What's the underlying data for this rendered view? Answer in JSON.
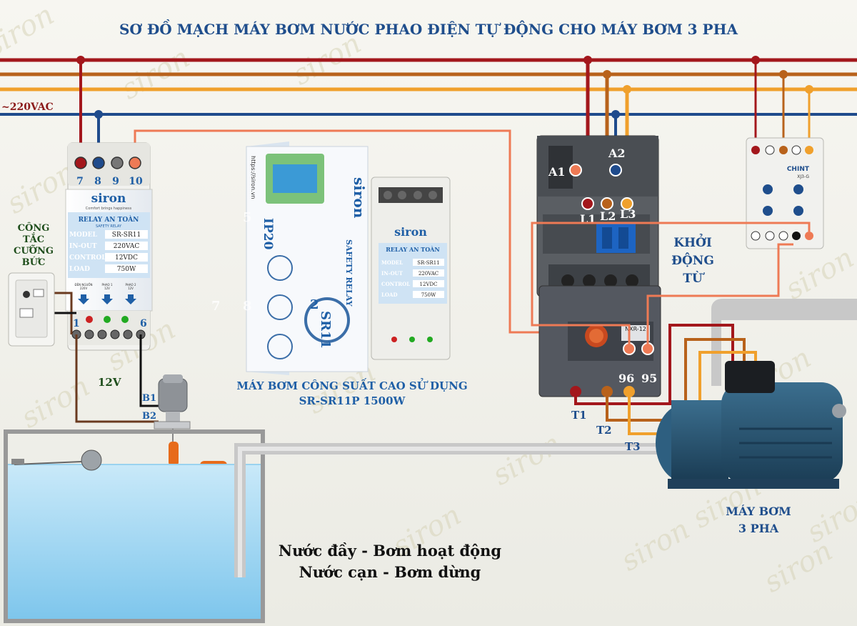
{
  "title": "SƠ ĐỒ MẠCH MÁY BƠM NƯỚC PHAO ĐIỆN TỰ ĐỘNG CHO MÁY BƠM 3 PHA",
  "watermark": "siron",
  "power": {
    "label": "~220VAC"
  },
  "colors": {
    "title": "#1f4e8c",
    "phase_red": "#a3171c",
    "phase_brown": "#b8621b",
    "phase_orange": "#f0a02c",
    "neutral_blue": "#1f4b8c",
    "salmon": "#ee7a55",
    "dark_brown": "#6a3a1f",
    "label_blue": "#1f5fa6",
    "label_green": "#1f4e1c"
  },
  "relay": {
    "brand": "siron",
    "tagline": "Comfort brings happiness",
    "title": "RELAY AN TOÀN",
    "subtitle": "SAFETY RELAY",
    "specs": [
      {
        "key": "MODEL",
        "value": "SR-SR11"
      },
      {
        "key": "IN-OUT",
        "value": "220VAC"
      },
      {
        "key": "CONTROL",
        "value": "12VDC"
      },
      {
        "key": "LOAD",
        "value": "750W"
      }
    ],
    "footer_labels": [
      "ĐÈN NGUỒN\n220V",
      "PHAO 1\n12V",
      "PHAO 2\n12V"
    ],
    "top_terminals": [
      "7",
      "8",
      "9",
      "10"
    ],
    "bottom_terminals": {
      "left": "1",
      "right": "6"
    },
    "control_voltage": "12V"
  },
  "switch": {
    "label_lines": [
      "CÔNG",
      "TẮC",
      "CƯỠNG",
      "BỨC"
    ]
  },
  "float": {
    "b1": "B1",
    "b2": "B2"
  },
  "product_box": {
    "brand": "siron",
    "url": "https://siron.vn",
    "ip": "IP20",
    "side_text": "SAFETY RELAY",
    "model_badge": "SR11",
    "badge_number": "2",
    "watermark_digits": [
      "5",
      "7",
      "8"
    ],
    "caption_lines": [
      "MÁY BƠM CÔNG SUẤT CAO SỬ DỤNG",
      "SR-SR11P 1500W"
    ]
  },
  "contactor": {
    "labels": {
      "a1": "A1",
      "a2": "A2",
      "l1": "L1",
      "l2": "L2",
      "l3": "L3"
    },
    "title_lines": [
      "KHỞI",
      "ĐỘNG",
      "TỪ"
    ],
    "overload": {
      "brand": "NXR-12",
      "t96": "96",
      "t95": "95"
    },
    "outputs": [
      "T1",
      "T2",
      "T3"
    ]
  },
  "phase_relay": {
    "brand": "CHINT",
    "model": "XJ3-G"
  },
  "pump": {
    "label_lines": [
      "MÁY BƠM",
      "3 PHA"
    ]
  },
  "notes": [
    "Nước đầy - Bơm hoạt động",
    "Nước cạn - Bơm dừng"
  ]
}
